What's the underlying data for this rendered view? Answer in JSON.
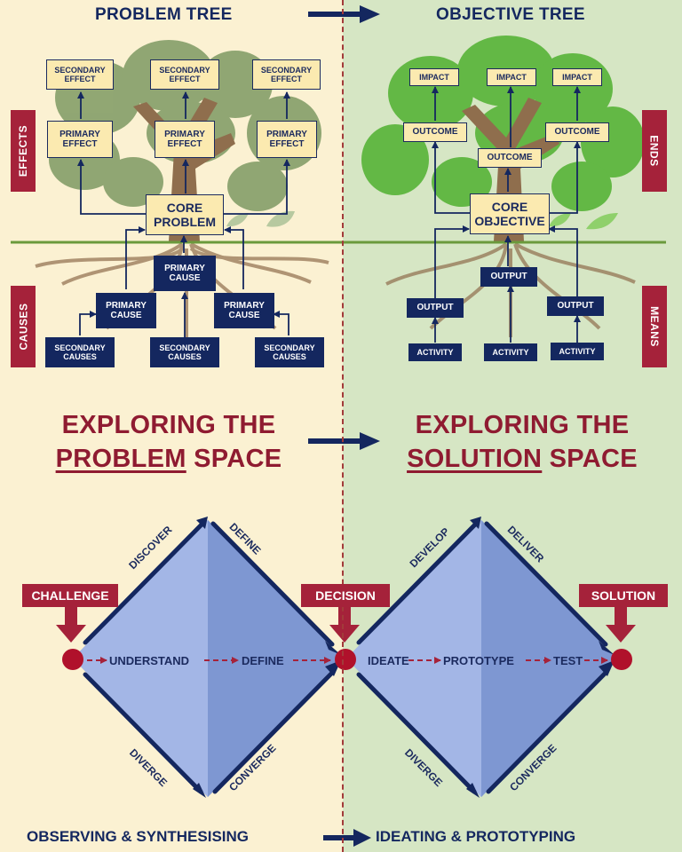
{
  "colors": {
    "left_bg": "#fbf1d2",
    "right_bg": "#d6e6c4",
    "navy": "#14275f",
    "maroon": "#a5223a",
    "box_yellow": "#fbeab0",
    "diamond_blue": "#8fa6dc",
    "foliage_green": "#63b845"
  },
  "problem_tree": {
    "title": "PROBLEM TREE",
    "effects_label": "EFFECTS",
    "causes_label": "CAUSES",
    "secondary_effects": [
      "SECONDARY\nEFFECT",
      "SECONDARY\nEFFECT",
      "SECONDARY\nEFFECT"
    ],
    "primary_effects": [
      "PRIMARY\nEFFECT",
      "PRIMARY\nEFFECT",
      "PRIMARY\nEFFECT"
    ],
    "core": "CORE\nPROBLEM",
    "primary_causes": [
      "PRIMARY\nCAUSE",
      "PRIMARY\nCAUSE",
      "PRIMARY\nCAUSE"
    ],
    "secondary_causes": [
      "SECONDARY\nCAUSES",
      "SECONDARY\nCAUSES",
      "SECONDARY\nCAUSES"
    ]
  },
  "objective_tree": {
    "title": "OBJECTIVE TREE",
    "ends_label": "ENDS",
    "means_label": "MEANS",
    "impacts": [
      "IMPACT",
      "IMPACT",
      "IMPACT"
    ],
    "outcomes": [
      "OUTCOME",
      "OUTCOME",
      "OUTCOME"
    ],
    "core": "CORE\nOBJECTIVE",
    "outputs": [
      "OUTPUT",
      "OUTPUT",
      "OUTPUT"
    ],
    "activities": [
      "ACTIVITY",
      "ACTIVITY",
      "ACTIVITY"
    ]
  },
  "exploring": {
    "problem_line1": "EXPLORING THE",
    "problem_word": "PROBLEM",
    "problem_suffix": " SPACE",
    "solution_line1": "EXPLORING THE",
    "solution_word": "SOLUTION",
    "solution_suffix": " SPACE"
  },
  "double_diamond": {
    "challenge": "CHALLENGE",
    "decision": "DECISION",
    "solution": "SOLUTION",
    "discover": "DISCOVER",
    "define": "DEFINE",
    "develop": "DEVELOP",
    "deliver": "DELIVER",
    "diverge_left": "DIVERGE",
    "converge_left": "CONVERGE",
    "diverge_right": "DIVERGE",
    "converge_right": "CONVERGE",
    "flow": {
      "understand": "UNDERSTAND",
      "define": "DEFINE",
      "ideate": "IDEATE",
      "prototype": "PROTOTYPE",
      "test": "TEST"
    }
  },
  "footer": {
    "left": "OBSERVING & SYNTHESISING",
    "right": "IDEATING & PROTOTYPING"
  }
}
